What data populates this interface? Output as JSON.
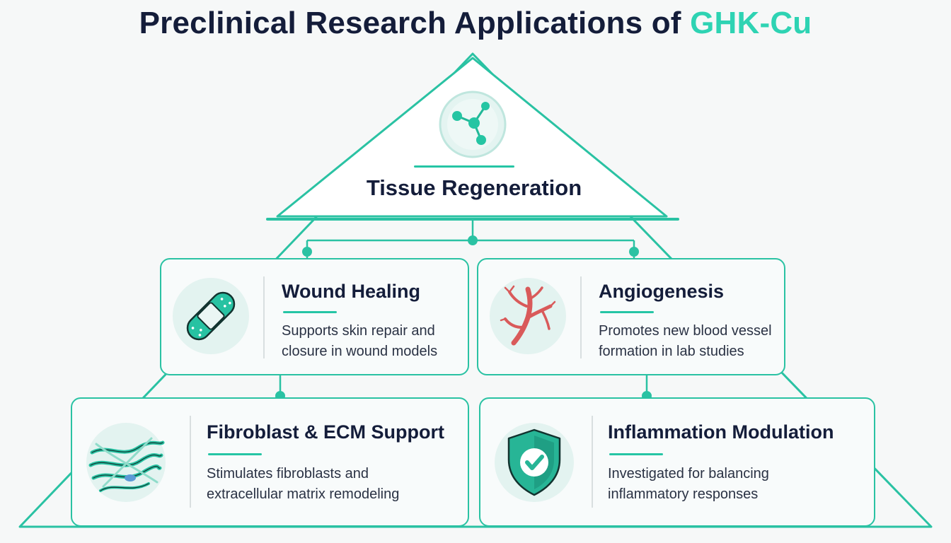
{
  "header": {
    "title_main": "Preclinical Research Applications of",
    "title_accent": "GHK-Cu"
  },
  "apex": {
    "label": "Tissue Regeneration",
    "icon": "molecule-icon"
  },
  "cards": [
    {
      "title": "Wound Healing",
      "line1": "Supports skin repair and",
      "line2": "closure in wound models",
      "icon": "bandage-icon"
    },
    {
      "title": "Angiogenesis",
      "line1": "Promotes new blood vessel",
      "line2": "formation in lab studies",
      "icon": "blood-vessel-icon"
    },
    {
      "title": "Fibroblast & ECM Support",
      "line1": "Stimulates fibroblasts and",
      "line2": "extracellular matrix remodeling",
      "icon": "fiber-icon"
    },
    {
      "title": "Inflammation Modulation",
      "line1": "Investigated for balancing",
      "line2": "inflammatory responses",
      "icon": "shield-check-icon"
    }
  ],
  "colors": {
    "accent": "#2ed3b3",
    "line": "#2ac2a3",
    "text": "#141d3a",
    "vessel": "#d95a5a"
  }
}
